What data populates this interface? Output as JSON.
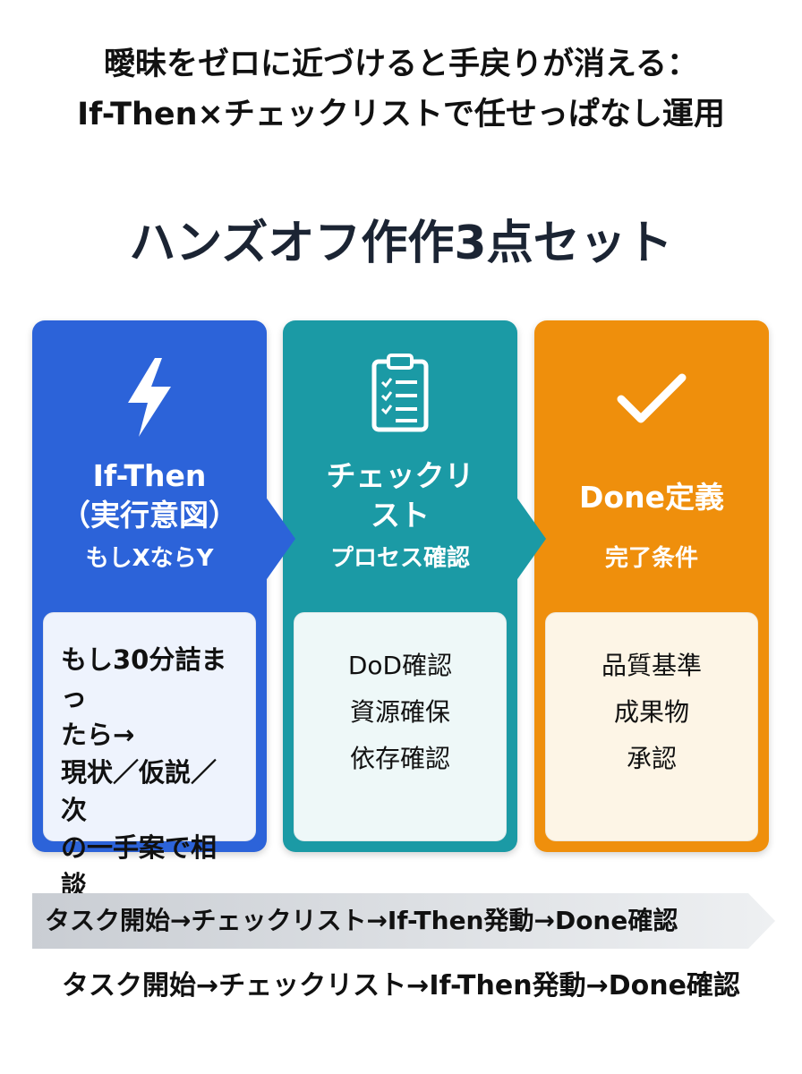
{
  "title": {
    "line1": "曖昧をゼロに近づけると手戻りが消える：",
    "line2": "If-Then×チェックリストで任せっぱなし運用"
  },
  "subtitle": "ハンズオフ作作3点セット",
  "cards": [
    {
      "icon": "lightning-icon",
      "title_lines": [
        "If-Then",
        "（実行意図）"
      ],
      "sub": "もしXならY",
      "body_lines": [
        "もし30分詰まっ",
        "たら→",
        "現状／仮説／次",
        "の一手案で相談"
      ],
      "color": "#2c63d9"
    },
    {
      "icon": "clipboard-checklist-icon",
      "title_lines": [
        "チェックリ",
        "スト"
      ],
      "sub": "プロセス確認",
      "body_lines": [
        "DoD確認",
        "資源確保",
        "依存確認"
      ],
      "color": "#1b9aa5"
    },
    {
      "icon": "checkmark-icon",
      "title_lines": [
        "Done定義"
      ],
      "sub": "完了条件",
      "body_lines": [
        "品質基準",
        "成果物",
        "承認"
      ],
      "color": "#ef8f0c"
    }
  ],
  "flow": {
    "arrow_text": "タスク開始→チェックリスト→If-Then発動→Done確認",
    "plain_text": "タスク開始→チェックリスト→If-Then発動→Done確認"
  }
}
